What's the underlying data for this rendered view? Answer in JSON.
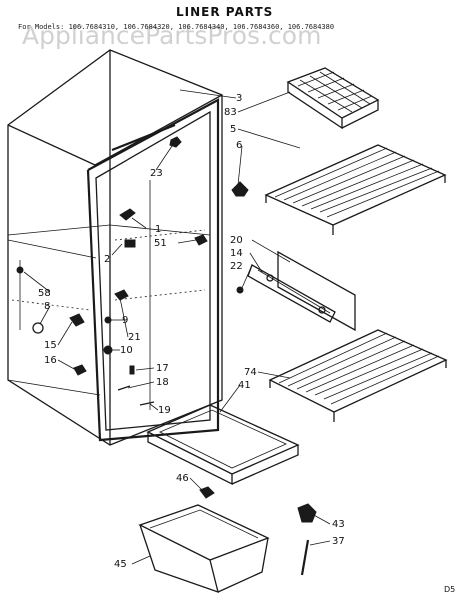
{
  "title": "LINER PARTS",
  "models_line": "For Models: 106.7684310, 106.7684320, 106.7684340, 106.7684360, 106.7684380",
  "watermark": "AppliancePartsPros.com",
  "corner_code": "D5",
  "part_labels": [
    "3",
    "83",
    "5",
    "6",
    "23",
    "1",
    "51",
    "2",
    "20",
    "14",
    "22",
    "58",
    "8",
    "9",
    "21",
    "10",
    "15",
    "16",
    "17",
    "18",
    "19",
    "74",
    "41",
    "46",
    "43",
    "37",
    "45"
  ]
}
